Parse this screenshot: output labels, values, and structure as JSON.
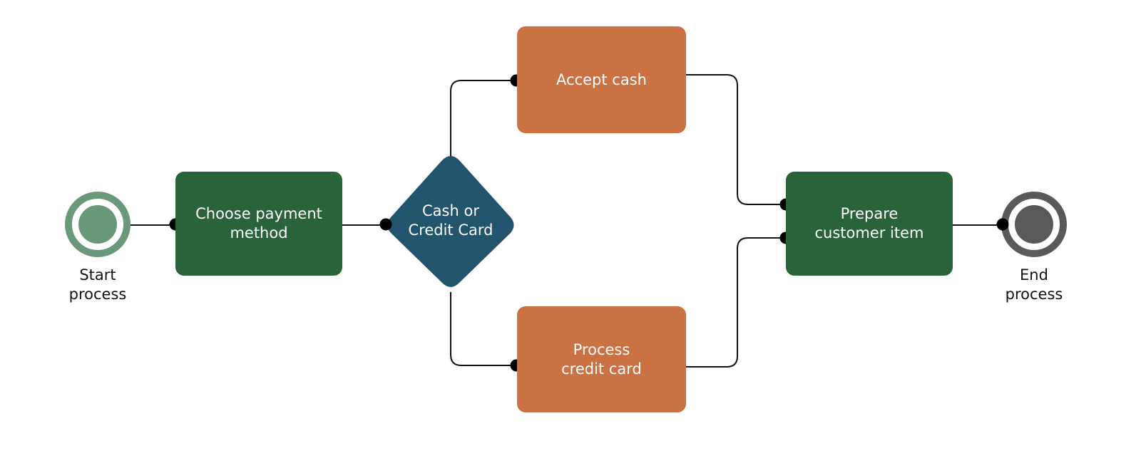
{
  "diagram": {
    "start": {
      "label": "Start\nprocess"
    },
    "end": {
      "label": "End\nprocess"
    },
    "nodes": {
      "choose": "Choose payment\nmethod",
      "decision": "Cash or\nCredit Card",
      "cash": "Accept cash",
      "credit": "Process\ncredit card",
      "prepare": "Prepare\ncustomer item"
    },
    "colors": {
      "green": "#2a6339",
      "orange": "#cb7244",
      "decision": "#22556d",
      "start": "#6a987a",
      "end": "#595a58",
      "connector": "#111111"
    }
  }
}
